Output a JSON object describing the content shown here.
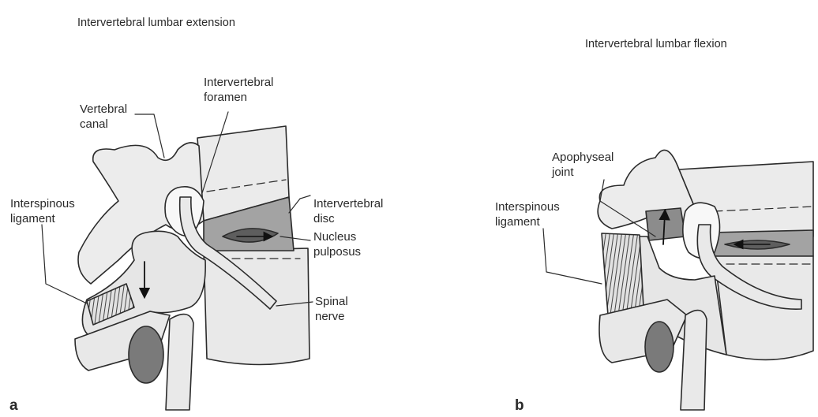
{
  "panel_a": {
    "title": "Intervertebral lumbar extension",
    "letter": "a",
    "labels": {
      "vertebral_canal": [
        "Vertebral",
        "canal"
      ],
      "intervertebral_foramen": [
        "Intervertebral",
        "foramen"
      ],
      "interspinous_ligament": [
        "Interspinous",
        "ligament"
      ],
      "intervertebral_disc": [
        "Intervertebral",
        "disc"
      ],
      "nucleus_pulposus": [
        "Nucleus",
        "pulposus"
      ],
      "spinal_nerve": [
        "Spinal",
        "nerve"
      ]
    }
  },
  "panel_b": {
    "title": "Intervertebral lumbar flexion",
    "letter": "b",
    "labels": {
      "apophyseal_joint": [
        "Apophyseal",
        "joint"
      ],
      "interspinous_ligament": [
        "Interspinous",
        "ligament"
      ]
    }
  },
  "colors": {
    "bone_fill": "#e9e9e9",
    "outline": "#2b2b2b",
    "disc_fill": "#9a9a9a",
    "nucleus_fill": "#5e5e5e",
    "joint_fill": "#8c8c8c",
    "cord_fill": "#7a7a7a"
  }
}
